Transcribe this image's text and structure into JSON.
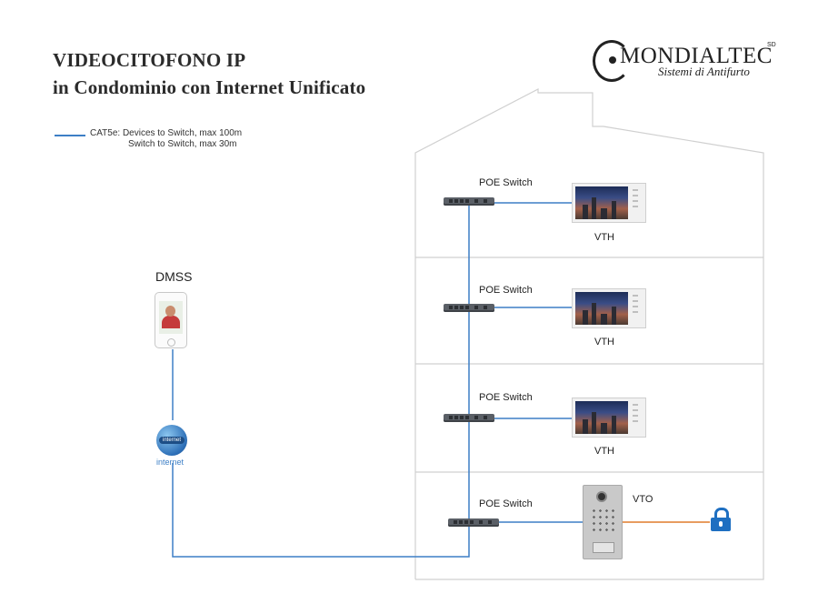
{
  "title": {
    "line1": "VIDEOCITOFONO IP",
    "line2": "in Condominio con Internet Unificato"
  },
  "logo": {
    "name": "MONDIALTEC",
    "superscript": "SD",
    "tagline": "Sistemi di Antifurto"
  },
  "legend": {
    "line_color": "#3d7fc6",
    "line1": "CAT5e: Devices to Switch, max 100m",
    "line2": "Switch to Switch, max 30m"
  },
  "remote": {
    "app_label": "DMSS",
    "internet_label": "internet",
    "globe_text": "internet",
    "icons": [
      "smartphone-icon",
      "globe-icon"
    ]
  },
  "floors": [
    {
      "switch_label": "POE Switch",
      "device_label": "VTH",
      "device_icon": "monitor-icon"
    },
    {
      "switch_label": "POE Switch",
      "device_label": "VTH",
      "device_icon": "monitor-icon"
    },
    {
      "switch_label": "POE Switch",
      "device_label": "VTH",
      "device_icon": "monitor-icon"
    },
    {
      "switch_label": "POE Switch",
      "device_label": "VTO",
      "device_icon": "door-station-icon",
      "extra_icon": "padlock-icon"
    }
  ],
  "colors": {
    "network_cable": "#3d7fc6",
    "lock_cable": "#e07b2c",
    "building_outline": "#d0d0d0",
    "lock": "#1e6fc1"
  }
}
